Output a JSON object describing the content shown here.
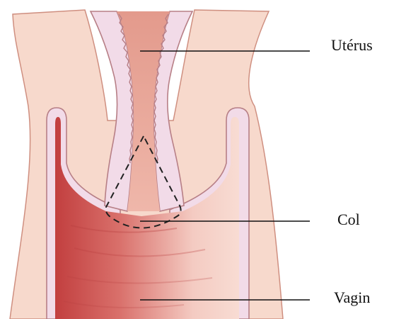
{
  "labels": {
    "uterus": "Utérus",
    "col": "Col",
    "vagin": "Vagin"
  },
  "colors": {
    "skin": "#f7d9cc",
    "skin_outline": "#cf8f80",
    "canal": "#e9a99a",
    "wall": "#f2dbe8",
    "wall_outline": "#b77f86",
    "vagina_dark": "#c94a48",
    "vagina_light": "#f8d6cf",
    "leader_line": "#111111",
    "dashed_outline": "#222222"
  },
  "icons": {
    "figure": "anatomical-illustration"
  }
}
